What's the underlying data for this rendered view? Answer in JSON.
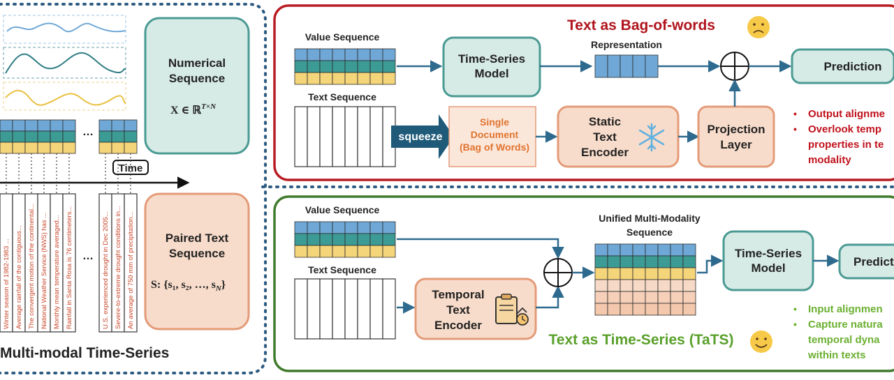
{
  "left_panel": {
    "numerical_title": "Numerical\nSequence",
    "numerical_math": "X ∈ ℝ",
    "numerical_sup": "T×N",
    "paired_title": "Paired Text\nSequence",
    "paired_math": "S: {s₁, s₂, …, s",
    "paired_math_end": "N",
    "paired_math_close": "}",
    "time_label": "Time",
    "ellipsis": "…",
    "caption": "Multi-modal Time-Series",
    "texts": [
      "Winter season of 1982-1983 ...",
      "Average rainfall of the contiguous...",
      "The convergent motion of the continental...",
      "National Weather Service (NWS) has ...",
      "Monthly mean temperature averaged...",
      "Rainfall in Santa Rosa is 76 centimeters...",
      "U.S. experienced drought in Dec 2005...",
      "Severe-to-extreme drought conditions in...",
      "An average of 750 mm of precipitation..."
    ]
  },
  "top_panel": {
    "title": "Text as Bag-of-words",
    "value_seq": "Value Sequence",
    "text_seq": "Text Sequence",
    "ts_model": "Time-Series\nModel",
    "representation": "Representation",
    "prediction": "Prediction",
    "squeeze": "squeeze",
    "single_doc": "Single\nDocument\n(Bag of Words)",
    "static_encoder": "Static\nText\nEncoder",
    "projection": "Projection\nLayer",
    "bullets": [
      "Output alignme",
      "Overlook temp",
      "properties in te",
      "modality"
    ]
  },
  "bottom_panel": {
    "title": "Text as Time-Series (TaTS)",
    "value_seq": "Value Sequence",
    "text_seq": "Text Sequence",
    "temporal_encoder": "Temporal\nText\nEncoder",
    "unified": "Unified Multi-Modality\nSequence",
    "ts_model": "Time-Series\nModel",
    "prediction": "Predict",
    "bullets": [
      "Input alignmen",
      "Capture natura",
      "temporal dyna",
      "within texts"
    ]
  },
  "colors": {
    "blue": "#6fa8d6",
    "teal": "#3d9b96",
    "yellow": "#f5d57a",
    "red_border": "#b81c22",
    "green_border": "#3f7a2a",
    "box_teal_fill": "#d7ebe6",
    "box_teal_stroke": "#4a9a93",
    "box_peach_fill": "#f8dccb",
    "box_peach_stroke": "#e39b78",
    "arrow": "#2e6a8e"
  }
}
